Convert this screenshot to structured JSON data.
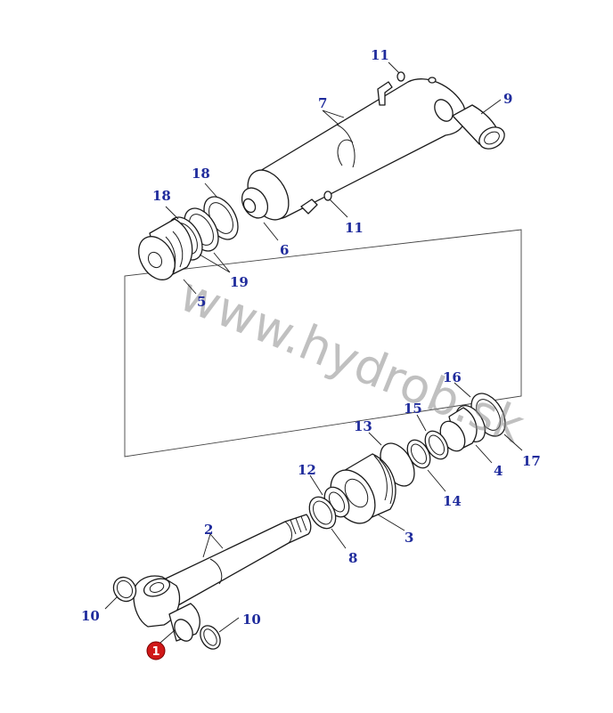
{
  "watermark": "www.hydrob.sk",
  "badge": {
    "label": "1",
    "color": "#d01818"
  },
  "label_color": "#1f2b9c",
  "callouts": [
    "11",
    "9",
    "7",
    "18",
    "18",
    "6",
    "11",
    "19",
    "5",
    "16",
    "15",
    "13",
    "17",
    "4",
    "12",
    "14",
    "2",
    "3",
    "8",
    "10",
    "10"
  ]
}
